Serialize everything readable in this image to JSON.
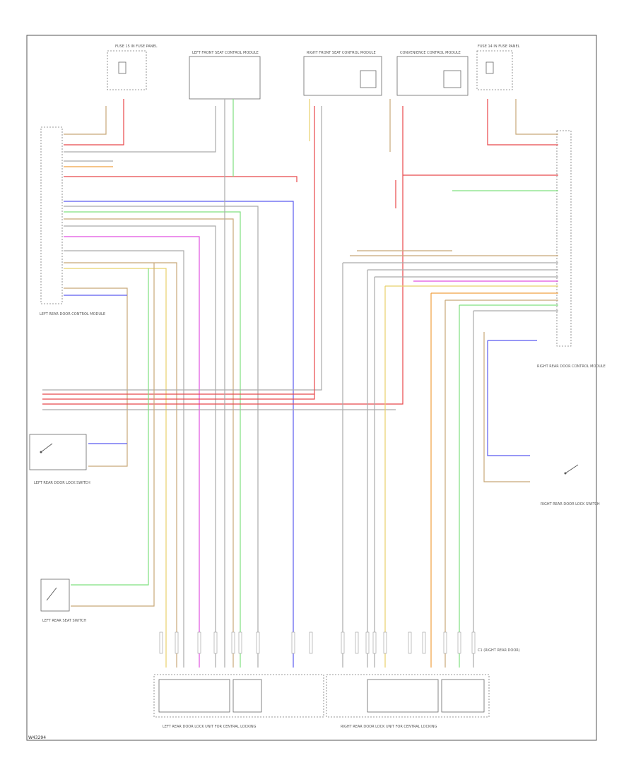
{
  "diagram_id": "W43294",
  "colors": {
    "red": "#e8474a",
    "blue": "#5a5af0",
    "green": "#7fe07f",
    "yellow": "#e8d06a",
    "orange": "#f0a040",
    "magenta": "#e050e0",
    "gray": "#aaaaaa",
    "tan": "#c8a878"
  },
  "components": {
    "fuse_left": "FUSE 15 IN FUSE PANEL",
    "module_a": "LEFT FRONT SEAT CONTROL MODULE",
    "module_b": "RIGHT FRONT SEAT CONTROL MODULE",
    "module_c": "CONVENIENCE CONTROL MODULE",
    "fuse_right": "FUSE 14 IN FUSE PANEL",
    "left_door_module": "LEFT REAR DOOR CONTROL MODULE",
    "right_door_module": "RIGHT REAR DOOR CONTROL MODULE",
    "left_door_switch": "LEFT REAR DOOR LOCK SWITCH",
    "right_door_switch": "RIGHT REAR DOOR LOCK SWITCH",
    "left_seat_switch": "LEFT REAR SEAT SWITCH",
    "left_lock_unit": "LEFT REAR DOOR LOCK UNIT FOR CENTRAL LOCKING",
    "right_lock_unit": "RIGHT REAR DOOR LOCK UNIT FOR CENTRAL LOCKING",
    "connector_note": "C1 (RIGHT REAR DOOR)"
  }
}
